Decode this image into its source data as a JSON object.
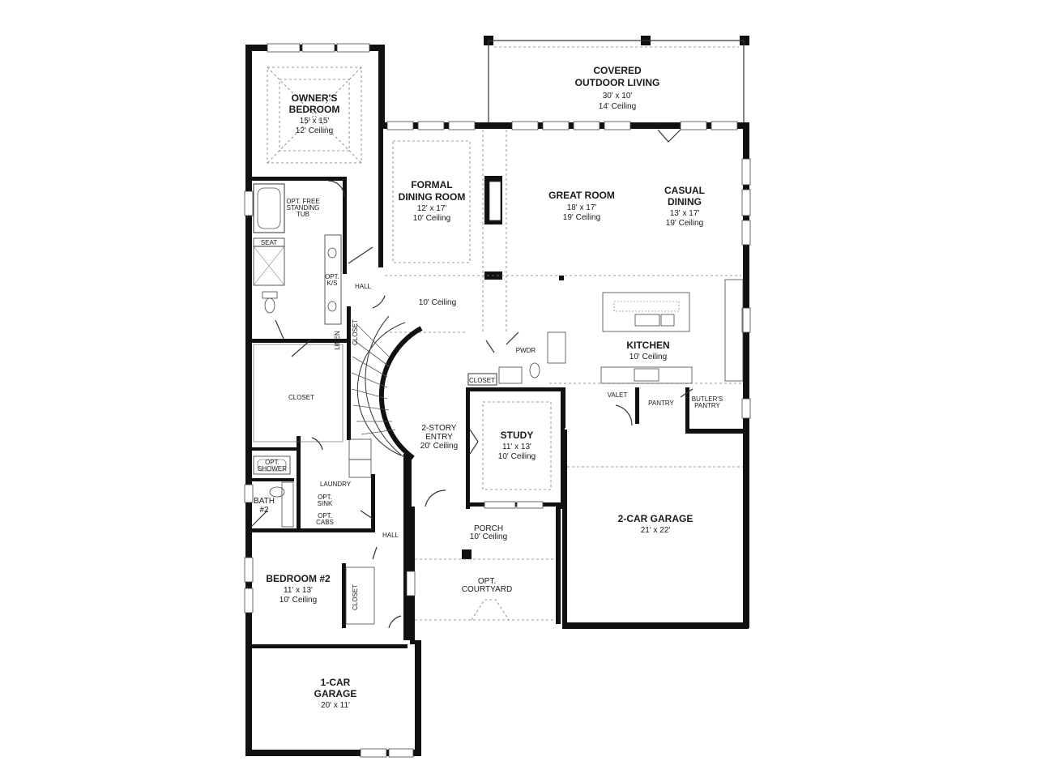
{
  "rooms": {
    "covered_outdoor_living": {
      "line1": "COVERED",
      "line2": "OUTDOOR LIVING",
      "dims": "30' x 10'",
      "ceiling": "14' Ceiling"
    },
    "owners_bedroom": {
      "line1": "OWNER'S",
      "line2": "BEDROOM",
      "dims": "15' x 15'",
      "ceiling": "12' Ceiling"
    },
    "formal_dining": {
      "line1": "FORMAL",
      "line2": "DINING ROOM",
      "dims": "12' x 17'",
      "ceiling": "10' Ceiling"
    },
    "great_room": {
      "name": "GREAT ROOM",
      "dims": "18' x 17'",
      "ceiling": "19' Ceiling"
    },
    "casual_dining": {
      "line1": "CASUAL",
      "line2": "DINING",
      "dims": "13' x 17'",
      "ceiling": "19' Ceiling"
    },
    "kitchen": {
      "name": "KITCHEN",
      "ceiling": "10' Ceiling"
    },
    "gallery": {
      "ceiling": "10' Ceiling"
    },
    "entry": {
      "line1": "2-STORY",
      "line2": "ENTRY",
      "ceiling": "20' Ceiling"
    },
    "study": {
      "name": "STUDY",
      "dims": "11' x 13'",
      "ceiling": "10' Ceiling"
    },
    "garage2": {
      "name": "2-CAR GARAGE",
      "dims": "21' x 22'"
    },
    "porch": {
      "name": "PORCH",
      "ceiling": "10' Ceiling"
    },
    "courtyard": {
      "line1": "OPT.",
      "line2": "COURTYARD"
    },
    "bedroom2": {
      "name": "BEDROOM #2",
      "dims": "11' x 13'",
      "ceiling": "10' Ceiling"
    },
    "garage1": {
      "line1": "1-CAR",
      "line2": "GARAGE",
      "dims": "20' x 11'"
    }
  },
  "labels": {
    "opt_tub": [
      "OPT. FREE",
      "STANDING",
      "TUB"
    ],
    "seat": "SEAT",
    "opt_ks": [
      "OPT.",
      "K/S"
    ],
    "hall_upper": "HALL",
    "linen": "LINEN",
    "closet_vertical": "CLOSET",
    "owner_closet": "CLOSET",
    "pwdr": "PWDR",
    "closet_small": "CLOSET",
    "valet": "VALET",
    "pantry": "PANTRY",
    "butlers_pantry": [
      "BUTLER'S",
      "PANTRY"
    ],
    "opt_shower": [
      "OPT.",
      "SHOWER"
    ],
    "bath2": [
      "BATH",
      "#2"
    ],
    "laundry": "LAUNDRY",
    "opt_sink": [
      "OPT.",
      "SINK"
    ],
    "opt_cabs": [
      "OPT.",
      "CABS"
    ],
    "hall_lower": "HALL",
    "closet_bed2": "CLOSET"
  }
}
